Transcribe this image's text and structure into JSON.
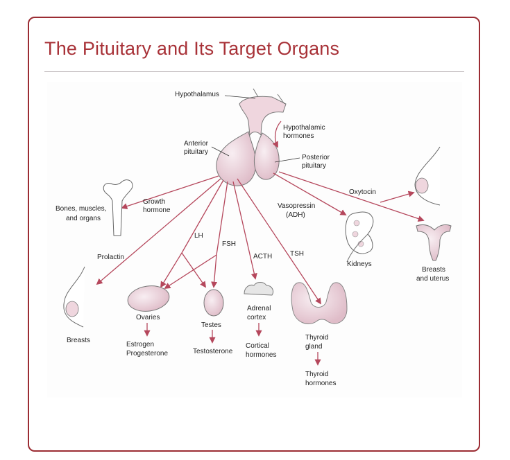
{
  "title": "The Pituitary and Its Target Organs",
  "labels": {
    "hypothalamus": "Hypothalamus",
    "hypothalamic_hormones": [
      "Hypothalamic",
      "hormones"
    ],
    "anterior_pituitary": [
      "Anterior",
      "pituitary"
    ],
    "posterior_pituitary": [
      "Posterior",
      "pituitary"
    ],
    "bones": [
      "Bones, muscles,",
      "and organs"
    ],
    "growth_hormone": [
      "Growth",
      "hormone"
    ],
    "oxytocin": "Oxytocin",
    "vasopressin": [
      "Vasopressin",
      "(ADH)"
    ],
    "lh": "LH",
    "fsh": "FSH",
    "acth": "ACTH",
    "tsh": "TSH",
    "prolactin": "Prolactin",
    "kidneys": "Kidneys",
    "breasts_uterus": [
      "Breasts",
      "and uterus"
    ],
    "breasts": "Breasts",
    "ovaries": "Ovaries",
    "testes": "Testes",
    "adrenal_cortex": [
      "Adrenal",
      "cortex"
    ],
    "thyroid_gland": [
      "Thyroid",
      "gland"
    ],
    "ovary_hormones": [
      "Estrogen",
      "Progesterone"
    ],
    "testosterone": "Testosterone",
    "cortical_hormones": [
      "Cortical",
      "hormones"
    ],
    "thyroid_hormones": [
      "Thyroid",
      "hormones"
    ]
  },
  "colors": {
    "accent": "#a83238",
    "arrow": "#b5475c",
    "gland_fill": "#efd6de",
    "outline": "#777777"
  },
  "icons": [
    "femur-bone-icon",
    "breast-icon",
    "kidney-icon",
    "uterus-icon",
    "ovary-icon",
    "testis-icon",
    "adrenal-icon",
    "thyroid-icon",
    "pituitary-icon"
  ]
}
